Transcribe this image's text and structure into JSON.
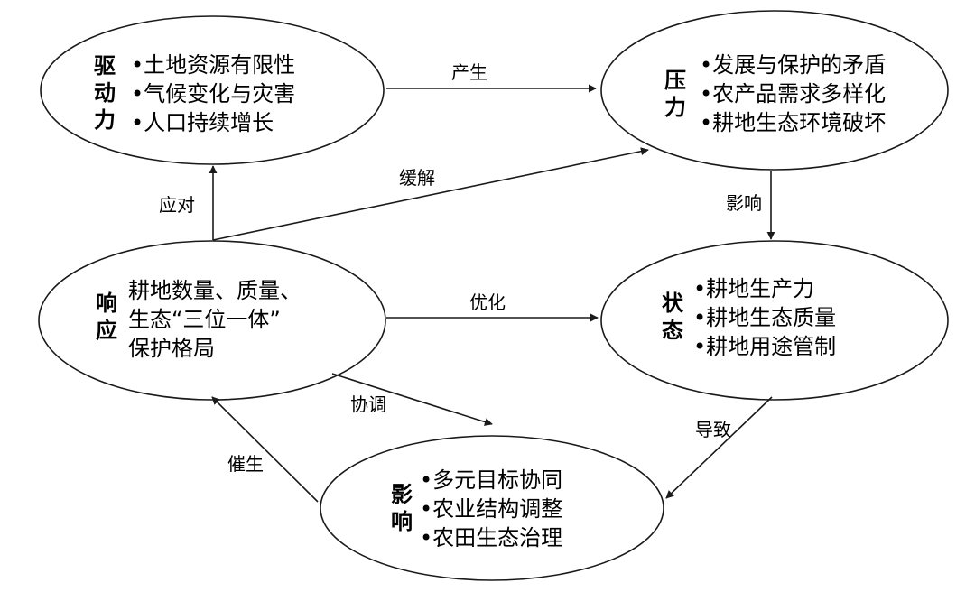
{
  "nodes": {
    "driver": {
      "heading": [
        "驱",
        "动",
        "力"
      ],
      "items": [
        "•土地资源有限性",
        "•气候变化与灾害",
        "•人口持续增长"
      ]
    },
    "pressure": {
      "heading": [
        "压",
        "力"
      ],
      "items": [
        "•发展与保护的矛盾",
        "•农产品需求多样化",
        "•耕地生态环境破坏"
      ]
    },
    "response": {
      "heading": [
        "响",
        "应"
      ],
      "items": [
        "耕地数量、质量、",
        "生态“三位一体”",
        "保护格局"
      ]
    },
    "state": {
      "heading": [
        "状",
        "态"
      ],
      "items": [
        "•耕地生产力",
        "•耕地生态质量",
        "•耕地用途管制"
      ]
    },
    "impact": {
      "heading": [
        "影",
        "响"
      ],
      "items": [
        "•多元目标协同",
        "•农业结构调整",
        "•农田生态治理"
      ]
    }
  },
  "edges": {
    "produce": "产生",
    "mitigate": "缓解",
    "cope": "应对",
    "affect": "影响",
    "optimize": "优化",
    "coordinate": "协调",
    "lead_to": "导致",
    "catalyze": "催生"
  },
  "colors": {
    "stroke": "#1a1a1a",
    "text": "#1a1a1a"
  }
}
